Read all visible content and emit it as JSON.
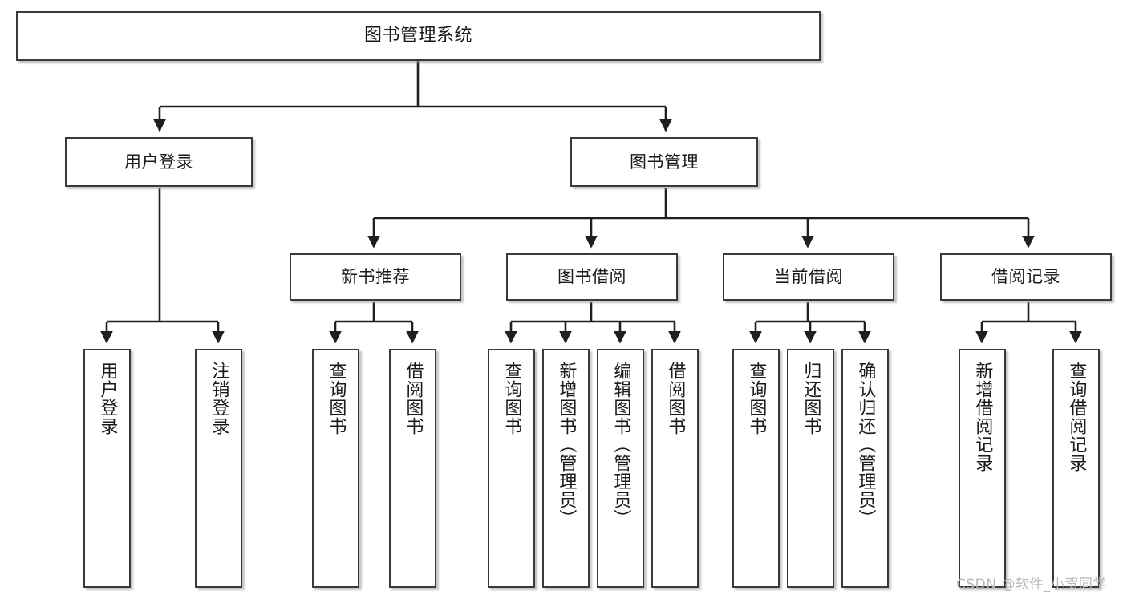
{
  "diagram": {
    "title": "图书管理系统",
    "type": "hierarchy-tree",
    "watermark": "CSDN @软件_小贺同学",
    "colors": {
      "box_border": "#3a3a3a",
      "box_fill": "#ffffff",
      "connector": "#1f1f1f",
      "text": "#1a1a1a",
      "watermark": "#b9b9b9"
    },
    "nodes": {
      "root": {
        "label": "图书管理系统"
      },
      "level2": [
        {
          "id": "user-login",
          "label": "用户登录"
        },
        {
          "id": "book-manage",
          "label": "图书管理"
        }
      ],
      "level3": [
        {
          "id": "new-book-recommend",
          "label": "新书推荐"
        },
        {
          "id": "book-borrow",
          "label": "图书借阅"
        },
        {
          "id": "current-borrow",
          "label": "当前借阅"
        },
        {
          "id": "borrow-record",
          "label": "借阅记录"
        }
      ],
      "leaves": {
        "user-login": [
          {
            "id": "leaf-user-login",
            "label": "用户登录"
          },
          {
            "id": "leaf-logout",
            "label": "注销登录"
          }
        ],
        "new-book-recommend": [
          {
            "id": "leaf-query-book-1",
            "label": "查询图书"
          },
          {
            "id": "leaf-borrow-book-1",
            "label": "借阅图书"
          }
        ],
        "book-borrow": [
          {
            "id": "leaf-query-book-2",
            "label": "查询图书"
          },
          {
            "id": "leaf-add-book",
            "label": "新增图书（管理员）"
          },
          {
            "id": "leaf-edit-book",
            "label": "编辑图书（管理员）"
          },
          {
            "id": "leaf-borrow-book-2",
            "label": "借阅图书"
          }
        ],
        "current-borrow": [
          {
            "id": "leaf-query-book-3",
            "label": "查询图书"
          },
          {
            "id": "leaf-return-book",
            "label": "归还图书"
          },
          {
            "id": "leaf-confirm-return",
            "label": "确认归还（管理员）"
          }
        ],
        "borrow-record": [
          {
            "id": "leaf-add-record",
            "label": "新增借阅记录"
          },
          {
            "id": "leaf-query-record",
            "label": "查询借阅记录"
          }
        ]
      }
    }
  }
}
